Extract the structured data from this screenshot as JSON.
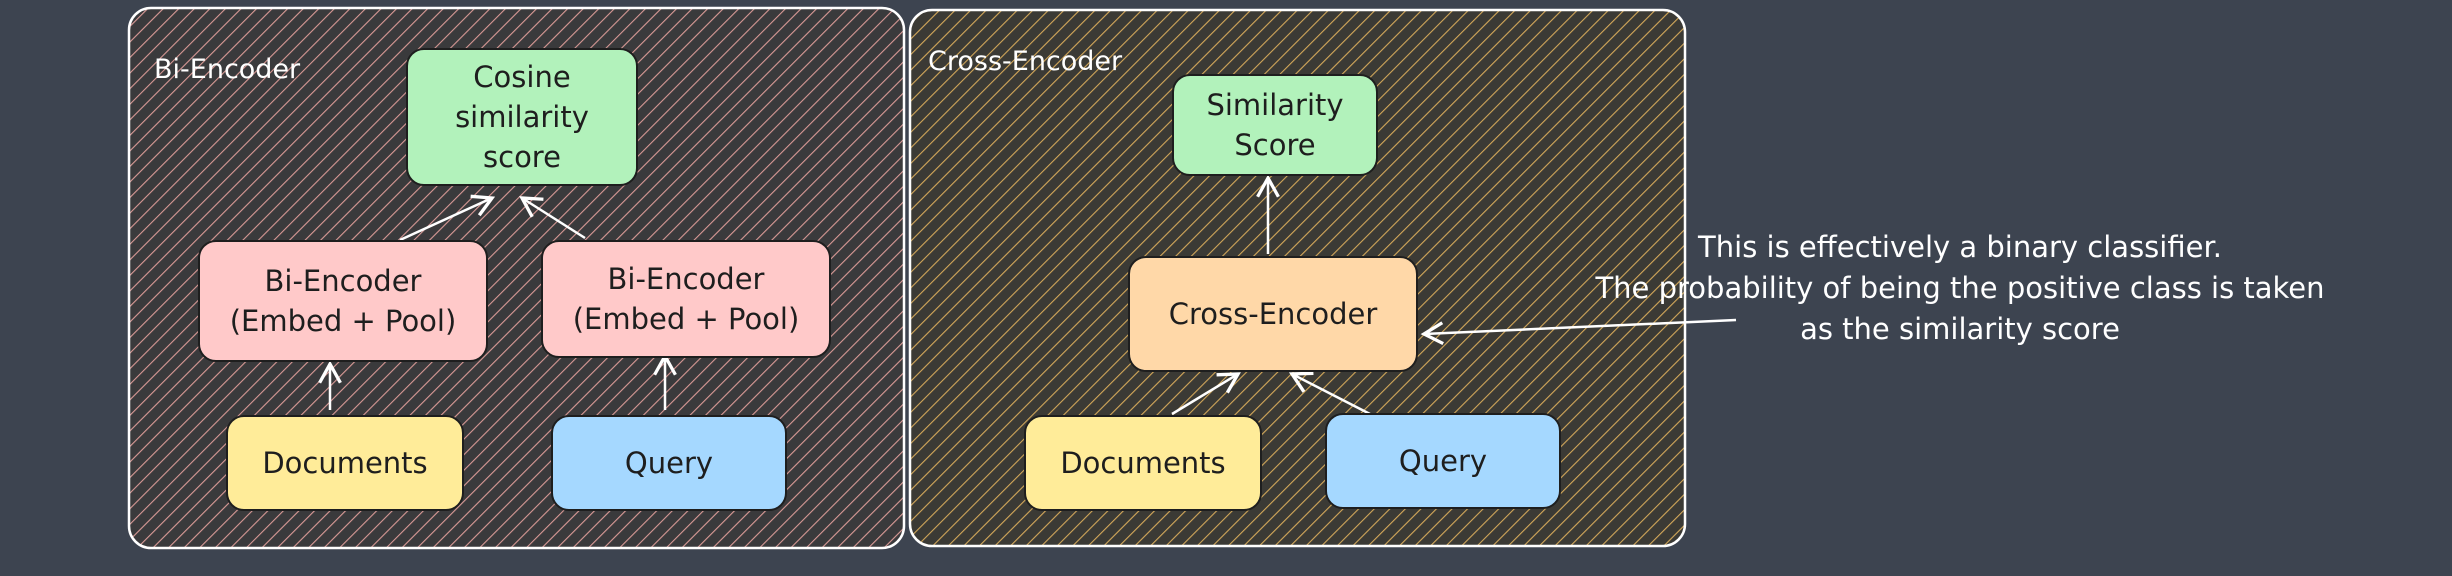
{
  "bi_encoder_panel": {
    "label": "Bi-Encoder",
    "score_node": "Cosine\nsimilarity\nscore",
    "encoder_left": "Bi-Encoder\n(Embed + Pool)",
    "encoder_right": "Bi-Encoder\n(Embed + Pool)",
    "documents": "Documents",
    "query": "Query"
  },
  "cross_encoder_panel": {
    "label": "Cross-Encoder",
    "score_node": "Similarity\nScore",
    "encoder": "Cross-Encoder",
    "documents": "Documents",
    "query": "Query"
  },
  "annotation": {
    "line1": "This is effectively a binary classifier.",
    "line2": "The probability of being the positive class is taken",
    "line3": "as the similarity score"
  },
  "colors": {
    "background": "#3d4450",
    "score": "#b2f2bb",
    "bi_encoder": "#ffc9c9",
    "documents": "#ffec99",
    "query": "#a5d8ff",
    "cross_encoder": "#ffd8a8",
    "bi_panel_hatch": "#e8a0a0",
    "cross_panel_hatch": "#e0b060"
  }
}
